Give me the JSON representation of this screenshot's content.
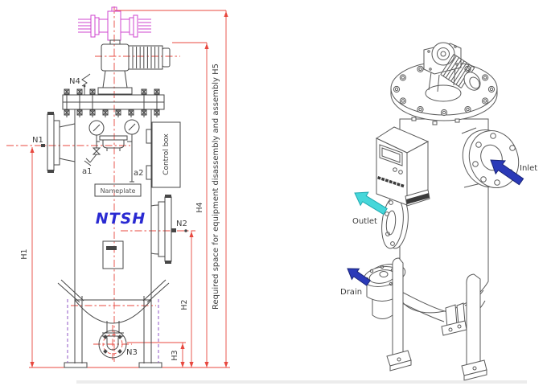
{
  "left_view": {
    "labels": {
      "n1": "N1",
      "n2": "N2",
      "n3": "N3",
      "n4": "N4",
      "a1": "a1",
      "a2": "a2",
      "h1": "H1",
      "h2": "H2",
      "h3": "H3",
      "h4": "H4",
      "control_box": "Control box",
      "nameplate": "Nameplate",
      "brand": "NTSH",
      "clearance_note": "Required space for equipment disassembly and assembly H5"
    }
  },
  "right_view": {
    "labels": {
      "inlet": "Inlet",
      "outlet": "Outlet",
      "drain": "Drain"
    }
  },
  "colors": {
    "dimension_red": "#e8483f",
    "phantom_magenta": "#cf46cf",
    "hidden_purple": "#8f55c6",
    "line_dark": "#474747",
    "line_3d": "#5a5a5a",
    "brand_blue": "#2a2ad2",
    "arrow_navy": "#2b3ab8",
    "arrow_navy_dark": "#1a2578",
    "arrow_cyan": "#46d7da",
    "arrow_cyan_dark": "#1fa9b0",
    "label_text": "#3d3d3d"
  }
}
